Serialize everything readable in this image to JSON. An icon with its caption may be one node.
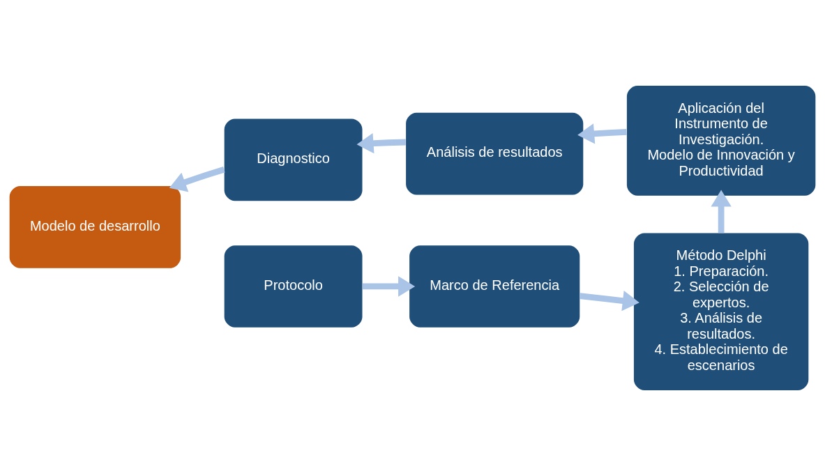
{
  "diagram": {
    "nodes": [
      {
        "text": [
          "Protocolo"
        ]
      },
      {
        "text": [
          "Marco de Referencia"
        ]
      },
      {
        "text": [
          "Método Delphi",
          "1. Preparación.",
          "2. Selección de expertos.",
          "3. Análisis de resultados.",
          "4. Establecimiento de escenarios"
        ]
      },
      {
        "text": [
          "Aplicación del Instrumento de Investigación.",
          "Modelo de Innovación y Productividad"
        ]
      },
      {
        "text": [
          "Análisis de resultados"
        ]
      },
      {
        "text": [
          "Diagnostico"
        ]
      },
      {
        "text": [
          "Modelo de desarrollo"
        ]
      }
    ],
    "edges": [
      {
        "from": 0,
        "to": 1,
        "arrow": "to"
      },
      {
        "from": 1,
        "to": 2,
        "arrow": "to"
      },
      {
        "from": 2,
        "to": 3,
        "arrow": "to"
      },
      {
        "from": 3,
        "to": 4,
        "arrow": "to"
      },
      {
        "from": 4,
        "to": 5,
        "arrow": "to"
      },
      {
        "from": 5,
        "to": 6,
        "arrow": "to"
      }
    ]
  }
}
